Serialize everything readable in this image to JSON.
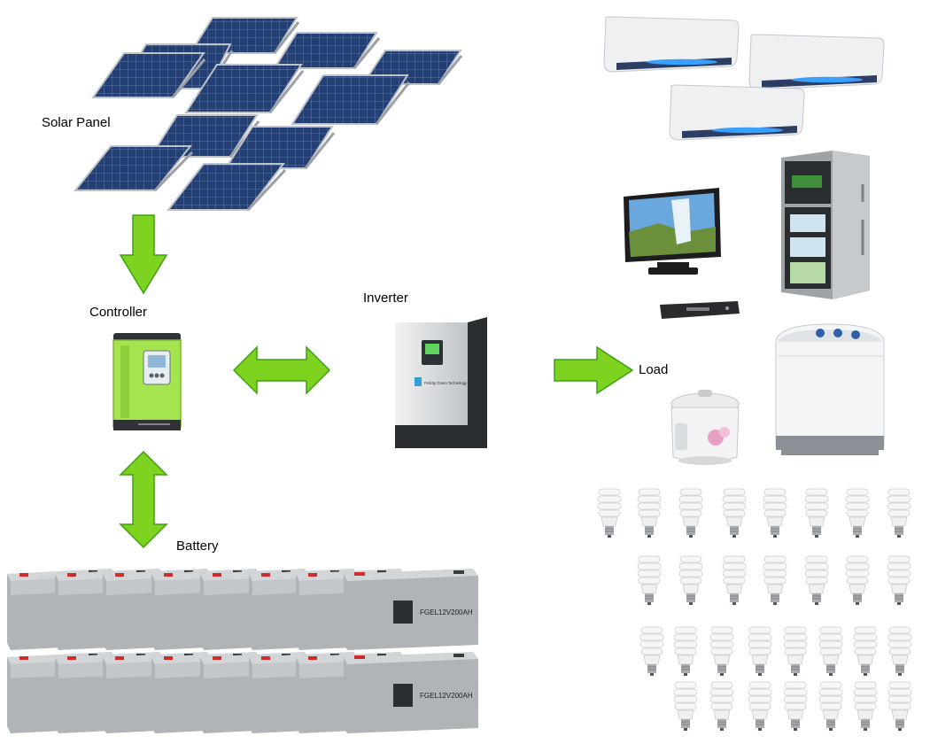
{
  "labels": {
    "solar_panel": "Solar Panel",
    "controller": "Controller",
    "inverter": "Inverter",
    "load": "Load",
    "battery": "Battery"
  },
  "colors": {
    "arrow_fill": "#7ed321",
    "arrow_dark": "#3f9f12",
    "panel": "#1f3a6a",
    "frame": "#b9bcc2",
    "controller": "#a4e44f",
    "battery": "#b0b3b7"
  },
  "devices": {
    "inverter_brand": "Felicity Green Technology",
    "battery_model": "FGEL12V200AH"
  },
  "loads": {
    "air_conditioners": 3,
    "bulb_rows": [
      8,
      7,
      8,
      7
    ]
  }
}
